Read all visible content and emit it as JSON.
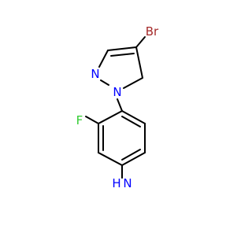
{
  "molecule": {
    "atoms": {
      "bromine": "Br",
      "pyrazole_n2": "N",
      "pyrazole_n1": "N",
      "fluorine": "F",
      "amine_n": "N",
      "amine_h": "H"
    },
    "colors": {
      "bond": "#000000",
      "bromine": "#a52a2a",
      "nitrogen": "#0000ff",
      "fluorine": "#33cc33"
    }
  }
}
